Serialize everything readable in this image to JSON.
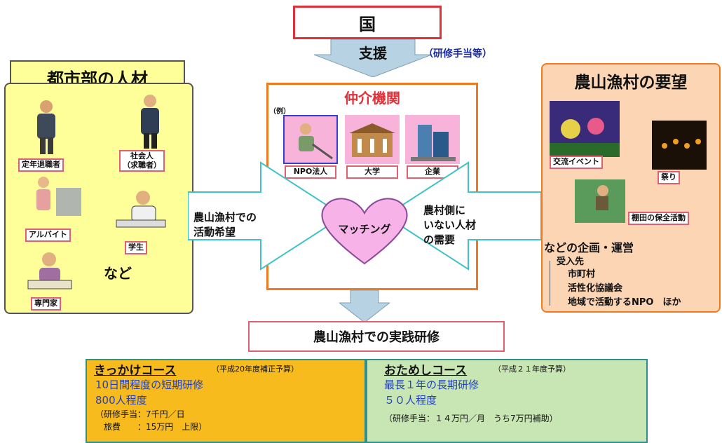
{
  "top": {
    "country": "国",
    "support": "支援",
    "support_note": "（研修手当等）"
  },
  "left": {
    "title": "都市部の人材",
    "persons": [
      "定年退職者",
      "社会人\n（求職者）",
      "アルバイト",
      "学生",
      "専門家"
    ],
    "etc": "など"
  },
  "left_arrow": {
    "text": "農山漁村での\n活動希望"
  },
  "center": {
    "title": "仲介機関",
    "example": "（例）",
    "orgs": [
      "NPO法人",
      "大学",
      "企業"
    ],
    "matching": "マッチング"
  },
  "right_arrow": {
    "text": "農村側に\nいない人材\nの需要"
  },
  "right": {
    "title": "農山漁村の要望",
    "items": [
      "交流イベント",
      "祭り",
      "棚田の保全活動"
    ],
    "plan": "などの企画・運営",
    "host_title": "受入先",
    "hosts": [
      "市町村",
      "活性化協議会",
      "地域で活動するNPO　ほか"
    ]
  },
  "practice": "農山漁村での実践研修",
  "course_left": {
    "title": "きっかけコース",
    "budget": "（平成20年度補正予算）",
    "line1": "10日間程度の短期研修",
    "line2": "800人程度",
    "line3": "（研修手当：7千円／日",
    "line4": "　旅費　　：15万円　上限）"
  },
  "course_right": {
    "title": "おためしコース",
    "budget": "（平成２１年度予算）",
    "line1": "最長１年の長期研修",
    "line2": "５０人程度",
    "line3": "（研修手当：１４万円／月　うち7万円補助）"
  },
  "colors": {
    "border_red": "#e0303a",
    "yellow": "#ffff99",
    "peach": "#fcd5b4",
    "orange": "#f07a1f",
    "teal": "#2f8f8a",
    "gold": "#f7bb1d",
    "green": "#c8e6b4",
    "pink": "#f7b3d9"
  }
}
